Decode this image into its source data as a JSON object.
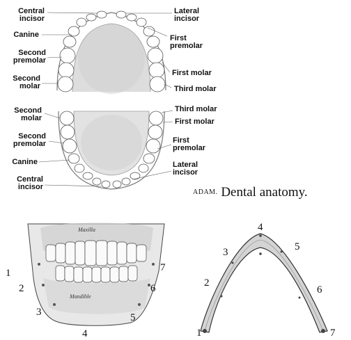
{
  "top_diagram": {
    "upper_left_labels": [
      "Central\nincisor",
      "Canine",
      "Second\npremolar",
      "Second\nmolar"
    ],
    "upper_right_labels": [
      "Lateral\nincisor",
      "First\npremolar",
      "First molar",
      "Third molar"
    ],
    "lower_left_labels": [
      "Second\nmolar",
      "Second\npremolar",
      "Canine",
      "Central\nincisor"
    ],
    "lower_right_labels": [
      "Third molar",
      "First molar",
      "First\npremolar",
      "Lateral\nincisor"
    ]
  },
  "caption": {
    "brand": "ADAM.",
    "text": "Dental anatomy."
  },
  "jaw_illustration": {
    "upper_text": "Maxilla",
    "lower_text": "Mandible",
    "numbers": [
      "1",
      "2",
      "3",
      "4",
      "5",
      "6",
      "7"
    ]
  },
  "arch_diagram": {
    "numbers": [
      "1",
      "2",
      "3",
      "4",
      "5",
      "6",
      "7"
    ]
  }
}
